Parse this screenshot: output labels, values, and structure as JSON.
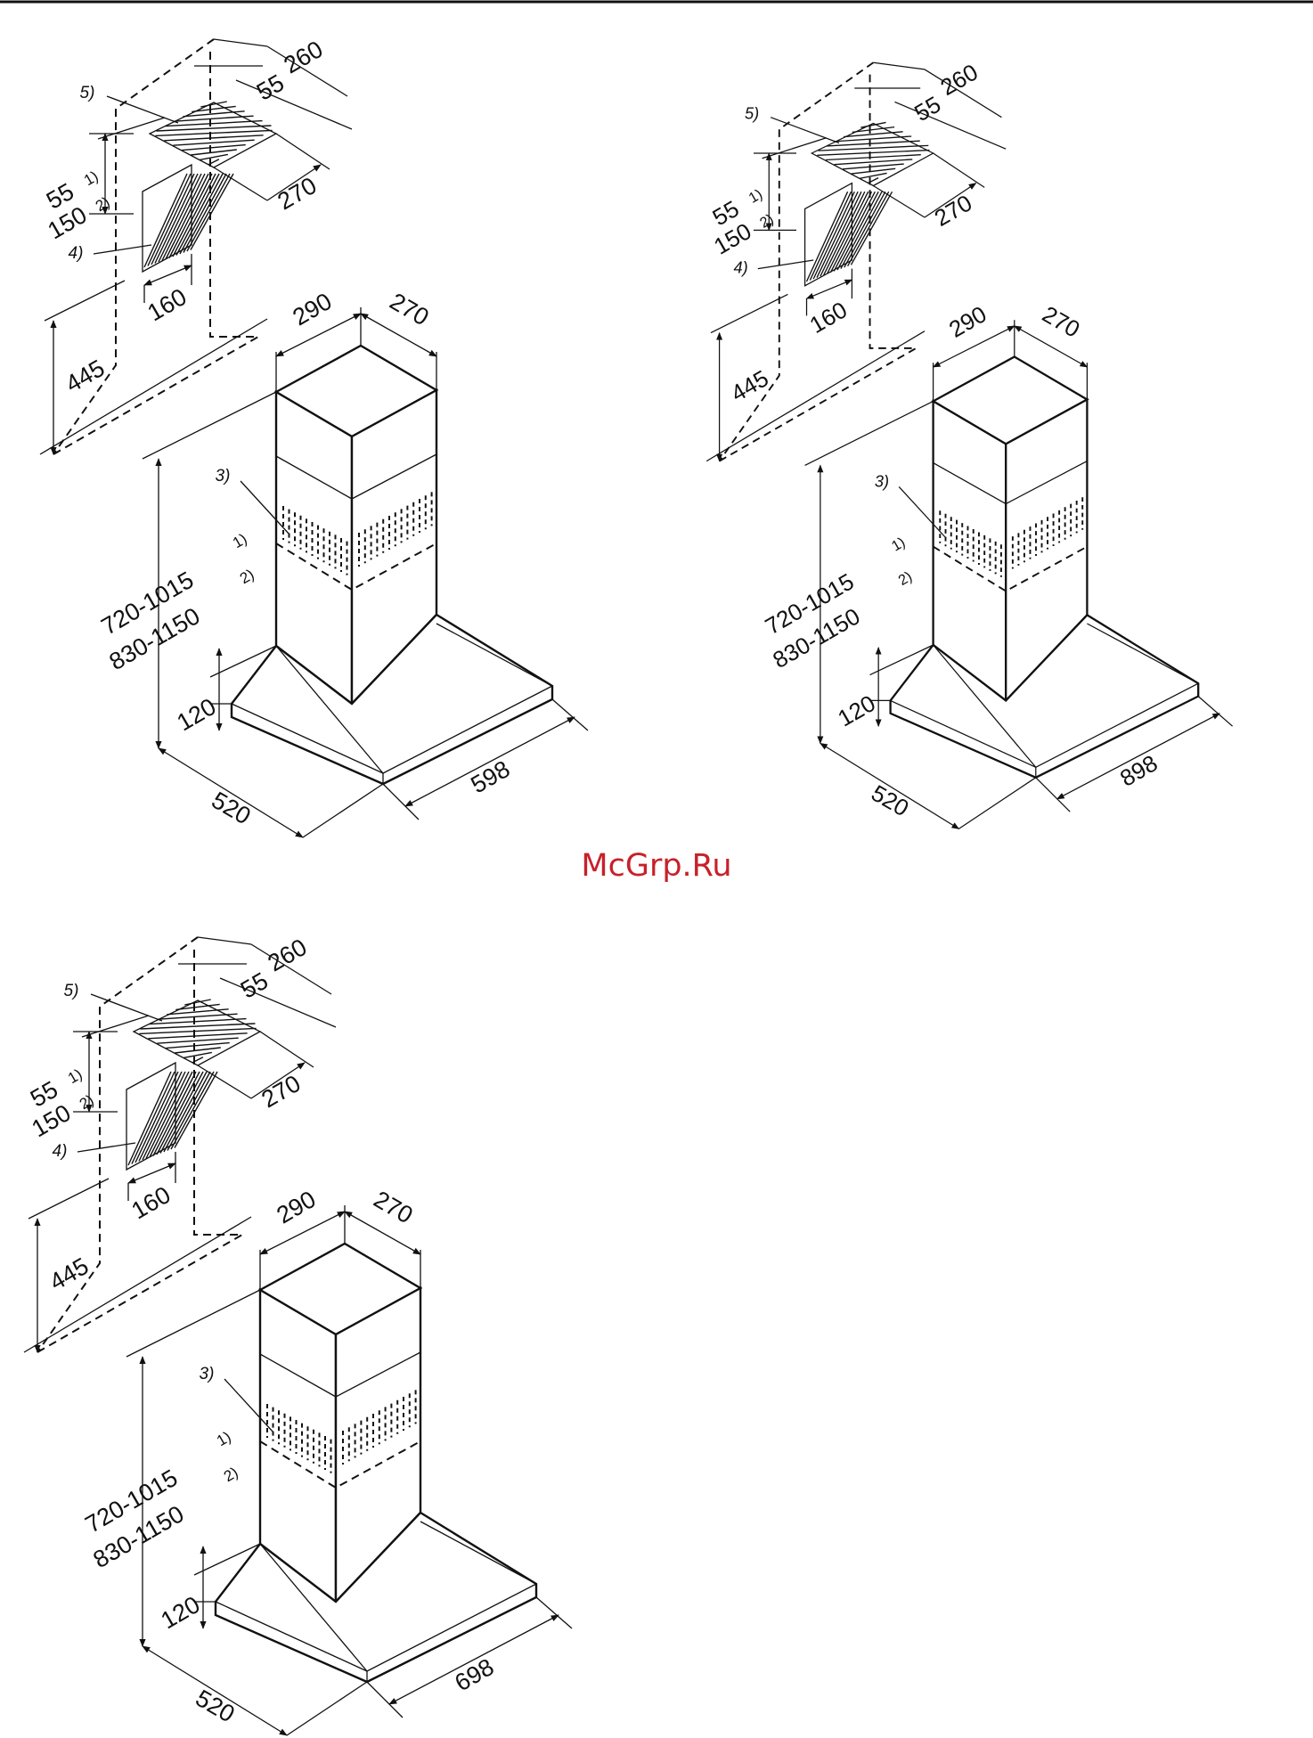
{
  "watermark": "McGrp.Ru",
  "colors": {
    "watermark": "#c8202a",
    "lines": "#111111"
  },
  "diagrams": [
    {
      "id": "hood-598",
      "labels": {
        "top_depth": "260",
        "top_offset": "55",
        "top_width": "270",
        "note5": "5)",
        "note4": "4)",
        "note3": "3)",
        "vent_height_a": "55",
        "vent_height_a_sup": "1)",
        "vent_height_b": "150",
        "vent_height_b_sup": "2)",
        "vent_width": "160",
        "top_zone_height": "445",
        "chimney_width": "290",
        "chimney_depth": "270",
        "height_a": "720-1015",
        "height_a_sup": "1)",
        "height_b": "830-1150",
        "height_b_sup": "2)",
        "canopy_height": "120",
        "depth": "520",
        "width": "598"
      }
    },
    {
      "id": "hood-898",
      "labels": {
        "top_depth": "260",
        "top_offset": "55",
        "top_width": "270",
        "note5": "5)",
        "note4": "4)",
        "note3": "3)",
        "vent_height_a": "55",
        "vent_height_a_sup": "1)",
        "vent_height_b": "150",
        "vent_height_b_sup": "2)",
        "vent_width": "160",
        "top_zone_height": "445",
        "chimney_width": "290",
        "chimney_depth": "270",
        "height_a": "720-1015",
        "height_a_sup": "1)",
        "height_b": "830-1150",
        "height_b_sup": "2)",
        "canopy_height": "120",
        "depth": "520",
        "width": "898"
      }
    },
    {
      "id": "hood-698",
      "labels": {
        "top_depth": "260",
        "top_offset": "55",
        "top_width": "270",
        "note5": "5)",
        "note4": "4)",
        "note3": "3)",
        "vent_height_a": "55",
        "vent_height_a_sup": "1)",
        "vent_height_b": "150",
        "vent_height_b_sup": "2)",
        "vent_width": "160",
        "top_zone_height": "445",
        "chimney_width": "290",
        "chimney_depth": "270",
        "height_a": "720-1015",
        "height_a_sup": "1)",
        "height_b": "830-1150",
        "height_b_sup": "2)",
        "canopy_height": "120",
        "depth": "520",
        "width": "698"
      }
    }
  ]
}
